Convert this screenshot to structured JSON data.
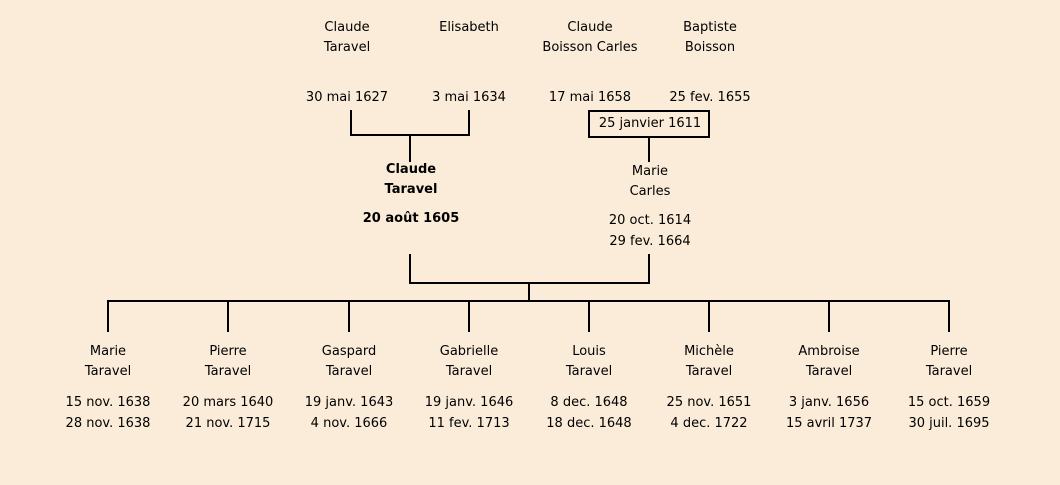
{
  "diagram": {
    "background": "#faecd9",
    "line_color": "#000000"
  },
  "generation1": [
    {
      "name1": "Claude",
      "name2": "Taravel",
      "date": "30 mai 1627"
    },
    {
      "name1": "Elisabeth",
      "name2": "",
      "date": "3 mai 1634"
    },
    {
      "name1": "Claude",
      "name2": "Boisson Carles",
      "date": "17 mai 1658"
    },
    {
      "name1": "Baptiste",
      "name2": "Boisson",
      "date": "25 fev. 1655"
    }
  ],
  "marriage_date": "25 janvier 1611",
  "generation2": {
    "father": {
      "name1": "Claude",
      "name2": "Taravel",
      "date": "20 août 1605"
    },
    "mother": {
      "name1": "Marie",
      "name2": "Carles",
      "date1": "20 oct. 1614",
      "date2": "29 fev. 1664"
    }
  },
  "children": [
    {
      "name1": "Marie",
      "name2": "Taravel",
      "date1": "15 nov. 1638",
      "date2": "28 nov. 1638"
    },
    {
      "name1": "Pierre",
      "name2": "Taravel",
      "date1": "20 mars 1640",
      "date2": "21 nov. 1715"
    },
    {
      "name1": "Gaspard",
      "name2": "Taravel",
      "date1": "19 janv. 1643",
      "date2": "4 nov. 1666"
    },
    {
      "name1": "Gabrielle",
      "name2": "Taravel",
      "date1": "19 janv. 1646",
      "date2": "11 fev. 1713"
    },
    {
      "name1": "Louis",
      "name2": "Taravel",
      "date1": "8 dec. 1648",
      "date2": "18 dec. 1648"
    },
    {
      "name1": "Michèle",
      "name2": "Taravel",
      "date1": "25 nov. 1651",
      "date2": "4 dec. 1722"
    },
    {
      "name1": "Ambroise",
      "name2": "Taravel",
      "date1": "3 janv. 1656",
      "date2": "15 avril 1737"
    },
    {
      "name1": "Pierre",
      "name2": "Taravel",
      "date1": "15 oct. 1659",
      "date2": "30 juil. 1695"
    }
  ]
}
